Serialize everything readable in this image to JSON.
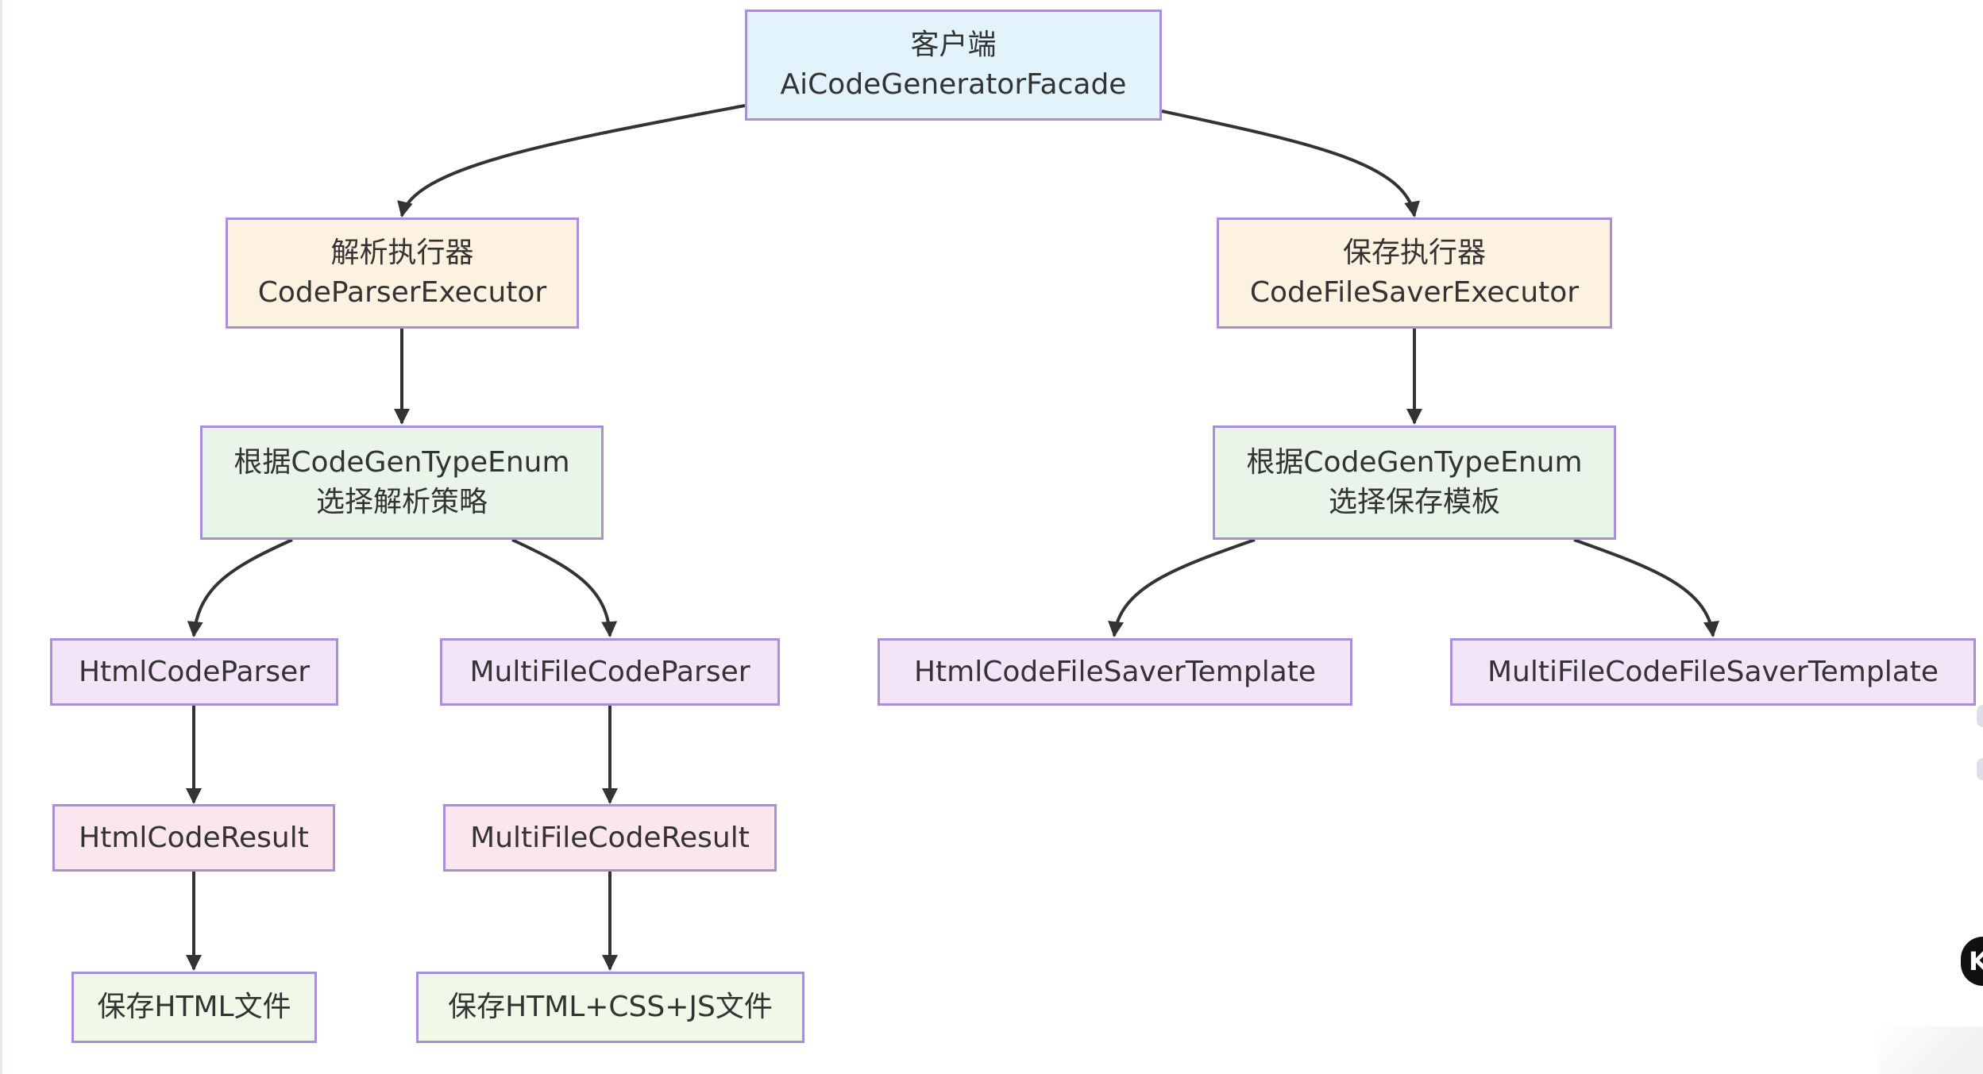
{
  "colors": {
    "node_border": "#a98ed8",
    "edge": "#333333",
    "client_fill": "#e2f3fc",
    "executor_fill": "#fdf1df",
    "selector_fill": "#e9f5e8",
    "component_fill": "#f3e4f7",
    "result_fill": "#fbe6ef",
    "output_fill": "#f0f8e8"
  },
  "nodes": {
    "client": {
      "line1": "客户端",
      "line2": "AiCodeGeneratorFacade"
    },
    "parse_executor": {
      "line1": "解析执行器",
      "line2": "CodeParserExecutor"
    },
    "save_executor": {
      "line1": "保存执行器",
      "line2": "CodeFileSaverExecutor"
    },
    "parse_strategy": {
      "line1": "根据CodeGenTypeEnum",
      "line2": "选择解析策略"
    },
    "save_template": {
      "line1": "根据CodeGenTypeEnum",
      "line2": "选择保存模板"
    },
    "html_parser": {
      "label": "HtmlCodeParser"
    },
    "multi_parser": {
      "label": "MultiFileCodeParser"
    },
    "html_saver": {
      "label": "HtmlCodeFileSaverTemplate"
    },
    "multi_saver": {
      "label": "MultiFileCodeFileSaverTemplate"
    },
    "html_result": {
      "label": "HtmlCodeResult"
    },
    "multi_result": {
      "label": "MultiFileCodeResult"
    },
    "save_html": {
      "label": "保存HTML文件"
    },
    "save_multi": {
      "label": "保存HTML+CSS+JS文件"
    }
  },
  "edges": [
    [
      "client",
      "parse_executor"
    ],
    [
      "client",
      "save_executor"
    ],
    [
      "parse_executor",
      "parse_strategy"
    ],
    [
      "save_executor",
      "save_template"
    ],
    [
      "parse_strategy",
      "html_parser"
    ],
    [
      "parse_strategy",
      "multi_parser"
    ],
    [
      "save_template",
      "html_saver"
    ],
    [
      "save_template",
      "multi_saver"
    ],
    [
      "html_parser",
      "html_result"
    ],
    [
      "multi_parser",
      "multi_result"
    ],
    [
      "html_result",
      "save_html"
    ],
    [
      "multi_result",
      "save_multi"
    ]
  ],
  "overlay": {
    "edge_badge_letter": "K"
  }
}
